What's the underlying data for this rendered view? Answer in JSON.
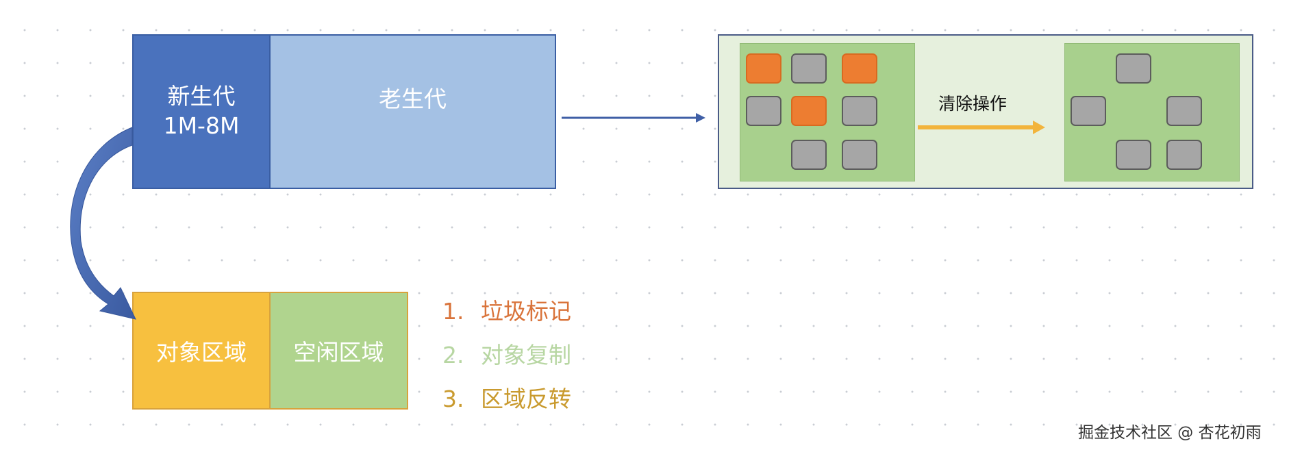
{
  "memory": {
    "young_gen_name": "新生代",
    "young_gen_size": "1M-8M",
    "old_gen_name": "老生代"
  },
  "young_gen_split": {
    "object_area": "对象区域",
    "free_area": "空闲区域"
  },
  "steps": [
    {
      "num": "1.",
      "label": "垃圾标记",
      "color": "#d9733a"
    },
    {
      "num": "2.",
      "label": "对象复制",
      "color": "#b7d6a2"
    },
    {
      "num": "3.",
      "label": "区域反转",
      "color": "#c99a2e"
    }
  ],
  "gc_panel": {
    "action_label": "清除操作",
    "before_objects": [
      "garbage",
      "live",
      "garbage",
      "live",
      "garbage",
      "live",
      "live",
      "live"
    ],
    "after_objects": [
      "live",
      "live",
      "live",
      "live",
      "live"
    ]
  },
  "colors": {
    "young_gen": "#4a72bd",
    "old_gen": "#a4c1e4",
    "object_area": "#f7c03f",
    "free_area": "#b0d48e",
    "garbage_object": "#ed7d31",
    "live_object": "#a6a6a6",
    "arrow_blue": "#3f5fa6",
    "arrow_gold": "#f2b43c"
  },
  "watermark": "掘金技术社区 @ 杏花初雨"
}
